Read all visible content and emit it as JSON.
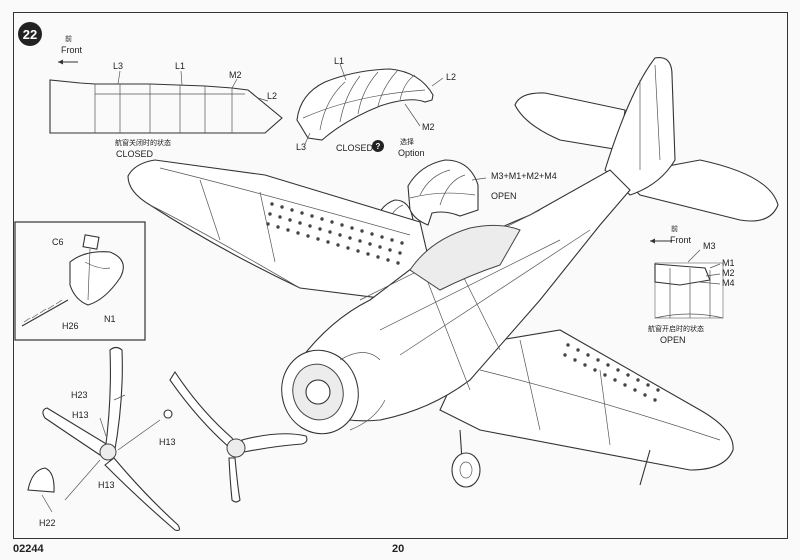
{
  "step_number": "22",
  "page_number": "20",
  "kit_number": "02244",
  "closed_detail": {
    "front_cn": "前",
    "front_en": "Front",
    "labels": [
      "L3",
      "L1",
      "M2",
      "L2"
    ],
    "caption_cn": "航窗关闭时的状态",
    "caption_en": "CLOSED"
  },
  "canopy_closed": {
    "labels": [
      "L1",
      "L2",
      "M2",
      "L3"
    ],
    "caption": "CLOSED"
  },
  "option": {
    "badge": "?",
    "cn": "选择",
    "en": "Option"
  },
  "canopy_open": {
    "parts": "M3+M1+M2+M4",
    "caption": "OPEN"
  },
  "open_detail": {
    "front_cn": "前",
    "front_en": "Front",
    "labels": [
      "M3",
      "M1",
      "M2",
      "M4"
    ],
    "caption_cn": "航窗开启时的状态",
    "caption_en": "OPEN"
  },
  "inset_part": {
    "labels": [
      "C6",
      "H26",
      "N1"
    ]
  },
  "propeller_parts": {
    "labels": [
      "H23",
      "H13",
      "H13",
      "H13",
      "H22"
    ]
  },
  "colors": {
    "line": "#333333",
    "paper": "#fafafa",
    "badge": "#222222"
  }
}
